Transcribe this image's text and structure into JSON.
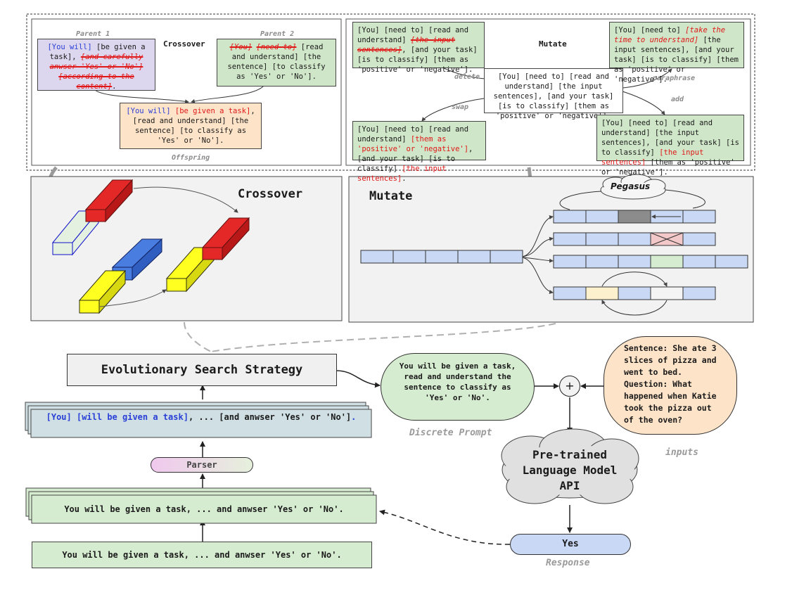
{
  "crossover_top": {
    "title": "Crossover",
    "parent1_label": "Parent 1",
    "parent2_label": "Parent 2",
    "offspring_label": "Offspring",
    "p1_a": "[You will]",
    "p1_b": "[be given a task]",
    "p1_c": "[and carefully anwser 'Yes' or 'No']",
    "p1_d": "[according to the content]",
    "p2_a": "[You]",
    "p2_b": "[need to]",
    "p2_c": "[read and understand]",
    "p2_d": "[the sentence]",
    "p2_e": "[to classify as 'Yes' or 'No']",
    "off_a": "[You will]",
    "off_b": "[be given a task]",
    "off_c": "[read and understand]",
    "off_d": "[the sentence]",
    "off_e": "[to classify as 'Yes' or 'No']"
  },
  "mutate_top": {
    "title": "Mutate",
    "delete_label": "delete",
    "swap_label": "swap",
    "paraphrase_label": "paraphrase",
    "add_label": "add",
    "center_text": "[You] [need to] [read and understand] [the input sentences], [and your task] [is to classify] [them as 'positive' or 'negative'].",
    "del_a": "[You] [need to] [read and understand]",
    "del_strike": "[the input sentences]",
    "del_b": ", [and your task] [is to classify] [them as 'positive' or 'negative'].",
    "para_a": "[You] [need to]",
    "para_red": "[take the time to understand]",
    "para_b": "[the input sentences], [and your task] [is to classify] [them as 'positive' or 'negative'].",
    "swap_a": "[You] [need to] [read and understand]",
    "swap_red1": "[them as 'positive' or 'negative']",
    "swap_b": ", [and your task] [is to classify]",
    "swap_red2": "[the input sentences]",
    "add_a": "[You] [need to] [read and understand] [the input sentences], [and your task] [is to classify]",
    "add_red": "[the input sentences]",
    "add_b": "[them as 'positive' or 'negative']."
  },
  "crossover_panel": {
    "title": "Crossover"
  },
  "mutate_panel": {
    "title": "Mutate",
    "cloud_label": "Pegasus"
  },
  "strategy": {
    "label": "Evolutionary Search Strategy"
  },
  "discrete_prompt": {
    "text": "You will be given a task, read and understand the sentence to classify as 'Yes' or 'No'.",
    "caption": "Discrete Prompt"
  },
  "inputs": {
    "text": "Sentence: She ate 3 slices of pizza and went to bed. Question: What happened when Katie took the pizza out of the oven?",
    "caption": "inputs"
  },
  "plus": "+",
  "lm": {
    "label": "Pre-trained Language Model API"
  },
  "response": {
    "value": "Yes",
    "caption": "Response"
  },
  "parsed_prompt": {
    "a": "[You]",
    "b": "[will be given a task]",
    "c": ", ... ",
    "d": "[and anwser 'Yes' or 'No']",
    "e": "."
  },
  "parser": {
    "label": "Parser"
  },
  "prompt_stack": {
    "text": "You will be given a task, ... and anwser 'Yes' or 'No'."
  },
  "prompt_initial": {
    "text": "You will be given a task, ... and anwser 'Yes' or 'No'."
  },
  "colors": {
    "purple_box": "#ddd6ef",
    "green_box": "#cfe6c8",
    "peach_box": "#fde3c8",
    "blue_cell": "#c9d8f4",
    "bar_red": "#e42828",
    "bar_blue": "#4a7de0",
    "bar_yellow": "#ffff20",
    "bar_white": "#e4f0e0"
  }
}
